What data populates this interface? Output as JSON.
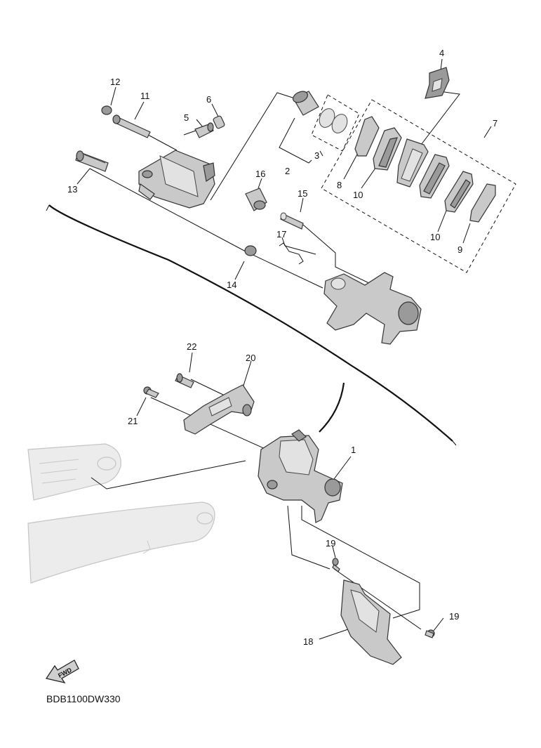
{
  "diagram_code": "BDB1100DW330",
  "fwd_badge": "FWD",
  "callouts": {
    "c1": "1",
    "c2": "2",
    "c3": "3",
    "c4": "4",
    "c5": "5",
    "c6": "6",
    "c7": "7",
    "c8": "8",
    "c9": "9",
    "c10a": "10",
    "c10b": "10",
    "c11": "11",
    "c12": "12",
    "c13": "13",
    "c14": "14",
    "c15": "15",
    "c16": "16",
    "c17": "17",
    "c18": "18",
    "c19a": "19",
    "c19b": "19",
    "c20": "20",
    "c21": "21",
    "c22": "22"
  }
}
